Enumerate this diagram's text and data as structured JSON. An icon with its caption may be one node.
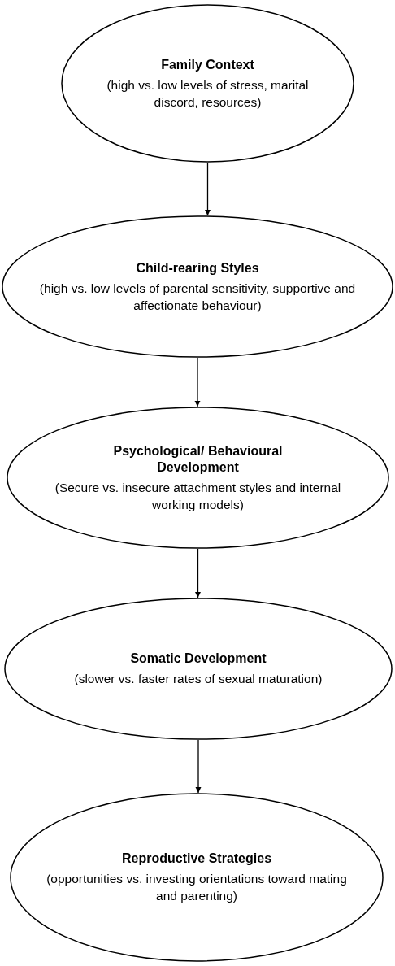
{
  "diagram": {
    "nodes": [
      {
        "text": [
          "Family Context",
          "(high vs. low levels of stress, marital discord, resources)"
        ]
      },
      {
        "text": [
          "Child-rearing Styles",
          "(high vs. low levels of parental sensitivity, supportive and affectionate behaviour)"
        ]
      },
      {
        "text": [
          "Psychological/ Behavioural Development",
          "(Secure vs. insecure attachment styles and internal working models)"
        ]
      },
      {
        "text": [
          "Somatic Development",
          "(slower vs. faster rates of sexual maturation)"
        ]
      },
      {
        "text": [
          "Reproductive Strategies",
          "(opportunities vs. investing orientations toward mating and parenting)"
        ]
      }
    ],
    "edges": [
      {
        "from": 0,
        "to": 1,
        "arrow": "to"
      },
      {
        "from": 1,
        "to": 2,
        "arrow": "to"
      },
      {
        "from": 2,
        "to": 3,
        "arrow": "to"
      },
      {
        "from": 3,
        "to": 4,
        "arrow": "to"
      }
    ]
  }
}
